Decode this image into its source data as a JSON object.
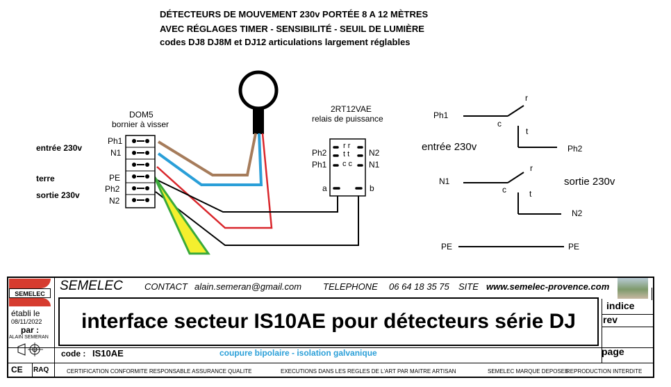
{
  "header": {
    "line1": "DÉTECTEURS DE MOUVEMENT 230v  PORTÉE 8 A 12 MÈTRES",
    "line2": "AVEC RÉGLAGES TIMER  -  SENSIBILITÉ  -  SEUIL DE LUMIÈRE",
    "line3": "codes   DJ8 DJ8M et DJ12  articulations largement réglables"
  },
  "terminal_block": {
    "title": "DOM5",
    "subtitle": "bornier à visser",
    "pins": [
      "Ph1",
      "N1",
      "",
      "PE",
      "Ph2",
      "N2"
    ]
  },
  "side_labels": {
    "input": "entrée 230v",
    "earth": "terre",
    "output": "sortie 230v"
  },
  "relay": {
    "code": "2RT12VAE",
    "subtitle": "relais de puissance",
    "left_pins": [
      "Ph2",
      "Ph1"
    ],
    "right_pins": [
      "N2",
      "N1"
    ],
    "contact_r": "r r",
    "contact_t": "t t",
    "contact_c": "c c",
    "coil_a": "a",
    "coil_b": "b"
  },
  "schematic": {
    "ph1": "Ph1",
    "ph2": "Ph2",
    "n1": "N1",
    "n2": "N2",
    "pe_left": "PE",
    "pe_right": "PE",
    "c": "c",
    "r": "r",
    "t": "t",
    "input_label": "entrée 230v",
    "output_label": "sortie  230v"
  },
  "colors": {
    "brown": "#a67c5b",
    "blue": "#2a9fd8",
    "red": "#d9262b",
    "black": "#000000",
    "green": "#3aaa3a",
    "yellow": "#f4ef2e",
    "logo_red": "#d63c2f"
  },
  "title_block": {
    "logo_text": "SEMELEC",
    "company": "SEMELEC",
    "contact_label": "CONTACT",
    "email": "alain.semeran@gmail.com",
    "telephone_label": "TELEPHONE",
    "telephone": "06 64 18 35 75",
    "site_label": "SITE",
    "site": "www.semelec-provence.com",
    "etabli_label": "établi le",
    "date": "08/11/2022",
    "par_label": "par :",
    "author": "ALAIN SEMERAN",
    "main_title": "interface secteur IS10AE pour détecteurs série DJ",
    "indice_label": "indice",
    "rev_label": "rev",
    "code_label": "code  :",
    "code_value": "IS10AE",
    "subtitle": "coupure bipolaire - isolation galvanique",
    "page_label": "page",
    "ce_mark": "CE",
    "raq_label": "RAQ",
    "footer1": "CERTIFICATION CONFORMITE RESPONSABLE ASSURANCE QUALITE",
    "footer2": "EXECUTIONS DANS LES REGLES DE L'ART PAR MAITRE ARTISAN",
    "footer3": "SEMELEC MARQUE DEPOSEE",
    "footer4": "REPRODUCTION INTERDITE"
  }
}
